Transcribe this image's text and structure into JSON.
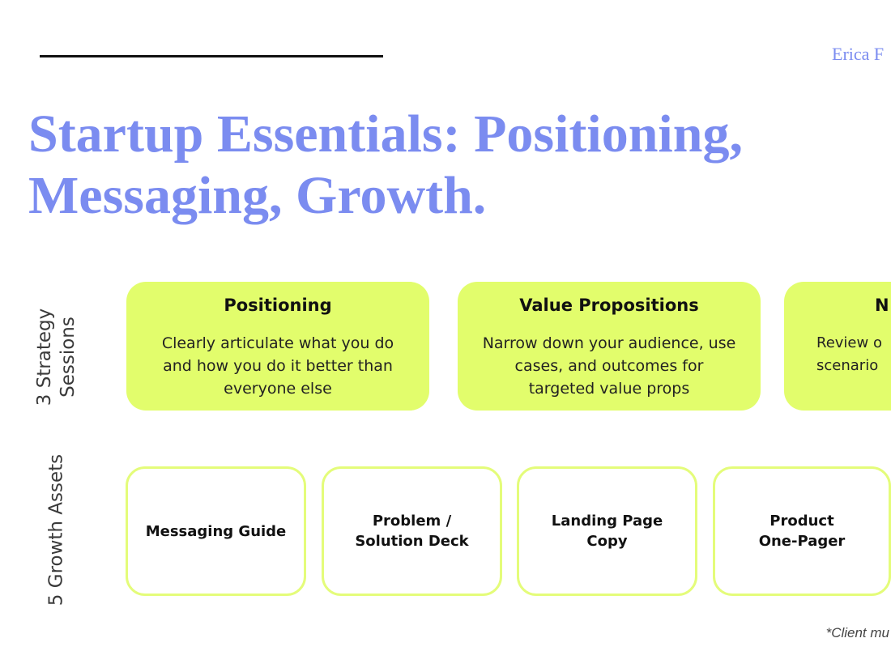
{
  "header": {
    "author": "Erica F"
  },
  "title": {
    "line1": "Startup Essentials: Positioning,",
    "line2": "Messaging, Growth."
  },
  "sessions": {
    "label": "3 Strategy Sessions",
    "cards": [
      {
        "title": "Positioning",
        "body": "Clearly articulate what you do and how you do it better than everyone else"
      },
      {
        "title": "Value Propositions",
        "body": "Narrow down your audience, use cases, and outcomes for targeted value props"
      },
      {
        "title": "N",
        "body": "Review o scenario"
      }
    ]
  },
  "assets": {
    "label": "5 Growth Assets",
    "items": [
      "Messaging Guide",
      "Problem /\nSolution Deck",
      "Landing Page\nCopy",
      "Product\nOne-Pager"
    ]
  },
  "footnote": "*Client mu",
  "colors": {
    "accent": "#7b8cf0",
    "card": "#e2fd6c"
  }
}
